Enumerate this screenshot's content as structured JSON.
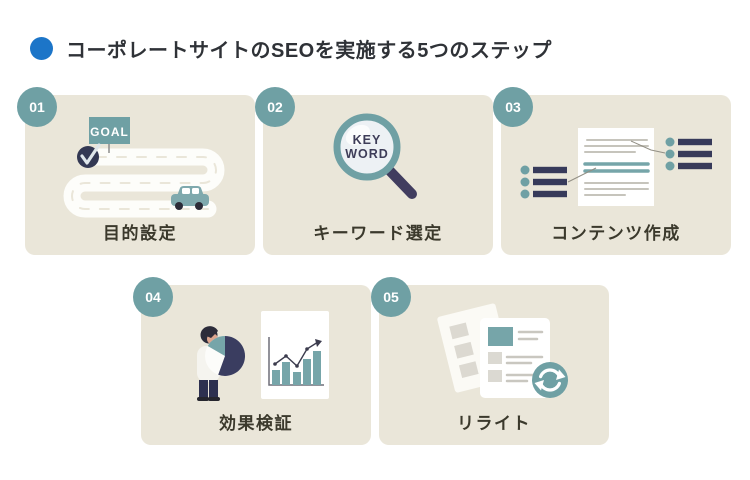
{
  "title": {
    "text": "コーポレートサイトのSEOを実施する5つのステップ"
  },
  "colors": {
    "accent_blue": "#1c75c8",
    "teal": "#6fa0a4",
    "navy": "#373a5a",
    "card_bg": "#eae6d9",
    "label_text": "#3b392c",
    "title_text": "#2f3237"
  },
  "steps": [
    {
      "number": "01",
      "label": "目的設定",
      "illustration": "goal-roadmap-with-car",
      "texts": {
        "sign": "GOAL"
      }
    },
    {
      "number": "02",
      "label": "キーワード選定",
      "illustration": "keyword-magnifier",
      "texts": {
        "lens_line1": "KEY",
        "lens_line2": "WORD"
      }
    },
    {
      "number": "03",
      "label": "コンテンツ作成",
      "illustration": "document-with-lists"
    },
    {
      "number": "04",
      "label": "効果検証",
      "illustration": "person-with-pie-and-bar-charts"
    },
    {
      "number": "05",
      "label": "リライト",
      "illustration": "documents-with-refresh"
    }
  ]
}
